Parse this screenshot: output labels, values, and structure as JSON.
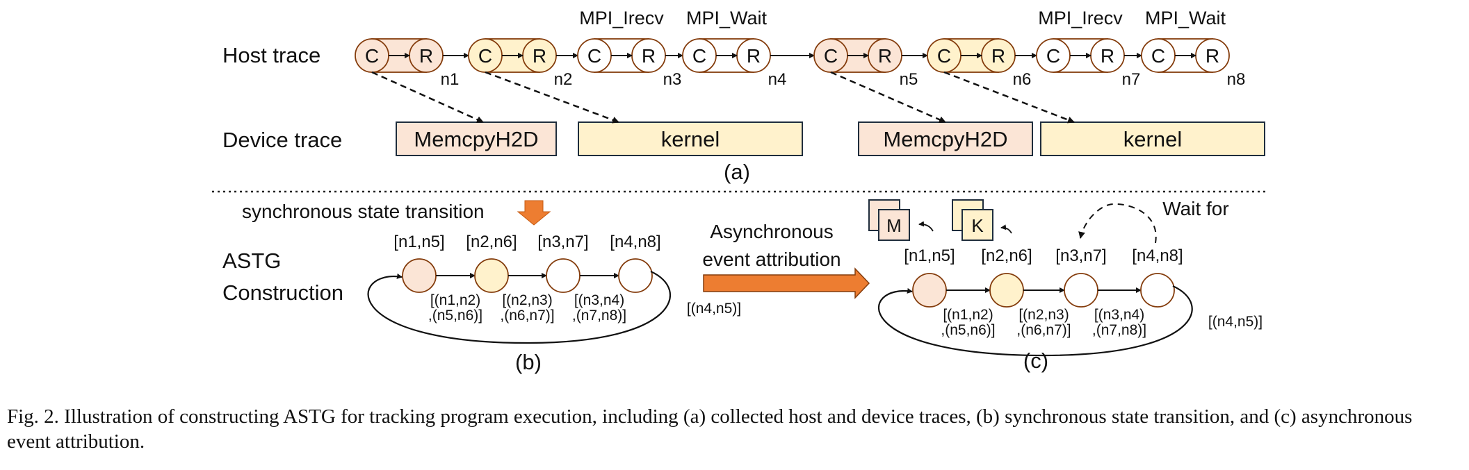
{
  "colors": {
    "memcpy": "#fbe5d6",
    "kernel": "#fff2cc",
    "white": "#ffffff",
    "arrow": "#ed7d31",
    "stroke": "#843c0c"
  },
  "part_a": {
    "host_label": "Host trace",
    "device_label": "Device trace",
    "host_nodes": [
      {
        "c": "C",
        "r": "R",
        "name": "n1",
        "color": "memcpy"
      },
      {
        "c": "C",
        "r": "R",
        "name": "n2",
        "color": "kernel"
      },
      {
        "c": "C",
        "r": "R",
        "name": "n3",
        "color": "white",
        "call": "MPI_Irecv"
      },
      {
        "c": "C",
        "r": "R",
        "name": "n4",
        "color": "white",
        "call": "MPI_Wait"
      },
      {
        "c": "C",
        "r": "R",
        "name": "n5",
        "color": "memcpy"
      },
      {
        "c": "C",
        "r": "R",
        "name": "n6",
        "color": "kernel"
      },
      {
        "c": "C",
        "r": "R",
        "name": "n7",
        "color": "white",
        "call": "MPI_Irecv"
      },
      {
        "c": "C",
        "r": "R",
        "name": "n8",
        "color": "white",
        "call": "MPI_Wait"
      }
    ],
    "device_events": [
      {
        "label": "MemcpyH2D",
        "color": "memcpy"
      },
      {
        "label": "kernel",
        "color": "kernel"
      },
      {
        "label": "MemcpyH2D",
        "color": "memcpy"
      },
      {
        "label": "kernel",
        "color": "kernel"
      }
    ],
    "sub_label": "(a)"
  },
  "part_b": {
    "title": "ASTG",
    "title2": "Construction",
    "sync_label": "synchronous state transition",
    "states": [
      "[n1,n5]",
      "[n2,n6]",
      "[n3,n7]",
      "[n4,n8]"
    ],
    "edges": [
      [
        "[(n1,n2)",
        ",(n5,n6)]"
      ],
      [
        "[(n2,n3)",
        ",(n6,n7)]"
      ],
      [
        "[(n3,n4)",
        ",(n7,n8)]"
      ]
    ],
    "back_edge": "[(n4,n5)]",
    "sub_label": "(b)"
  },
  "middle": {
    "line1": "Asynchronous",
    "line2": "event attribution"
  },
  "part_c": {
    "states": [
      "[n1,n5]",
      "[n2,n6]",
      "[n3,n7]",
      "[n4,n8]"
    ],
    "edges": [
      [
        "[(n1,n2)",
        ",(n5,n6)]"
      ],
      [
        "[(n2,n3)",
        ",(n6,n7)]"
      ],
      [
        "[(n3,n4)",
        ",(n7,n8)]"
      ]
    ],
    "back_edge": "[(n4,n5)]",
    "memcpy_tag": "M",
    "kernel_tag": "K",
    "wait_label": "Wait for",
    "sub_label": "(c)"
  },
  "caption": "Fig. 2.  Illustration of constructing ASTG for tracking program execution, including (a) collected host and device traces, (b) synchronous state transition, and (c) asynchronous event attribution."
}
